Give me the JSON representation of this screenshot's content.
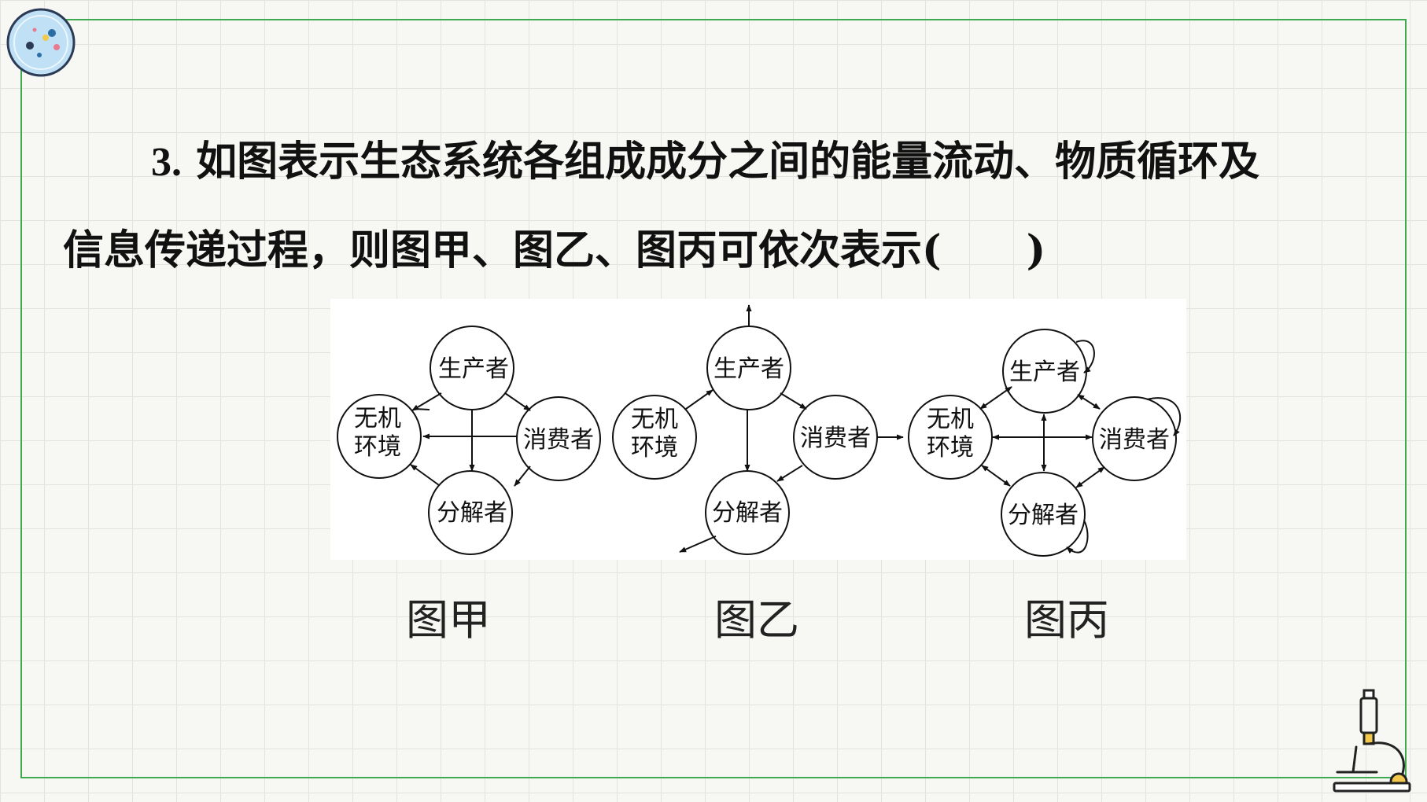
{
  "question": {
    "number": "3.",
    "line1": "如图表示生态系统各组成成分之间的能量流动、物质循环及",
    "line2": "信息传递过程，则图甲、图乙、图丙可依次表示(",
    "close_paren": ")"
  },
  "labels": {
    "producer": "生产者",
    "consumer": "消费者",
    "decomposer": "分解者",
    "env_line1": "无机",
    "env_line2": "环境"
  },
  "captions": {
    "jia": "图甲",
    "yi": "图乙",
    "bing": "图丙"
  },
  "colors": {
    "frame_border": "#3daa52",
    "grid_line": "#e3e3df",
    "badge_fill": "#bfe0f5"
  },
  "icons": [
    "decorative-badge-icon",
    "microscope-icon"
  ]
}
